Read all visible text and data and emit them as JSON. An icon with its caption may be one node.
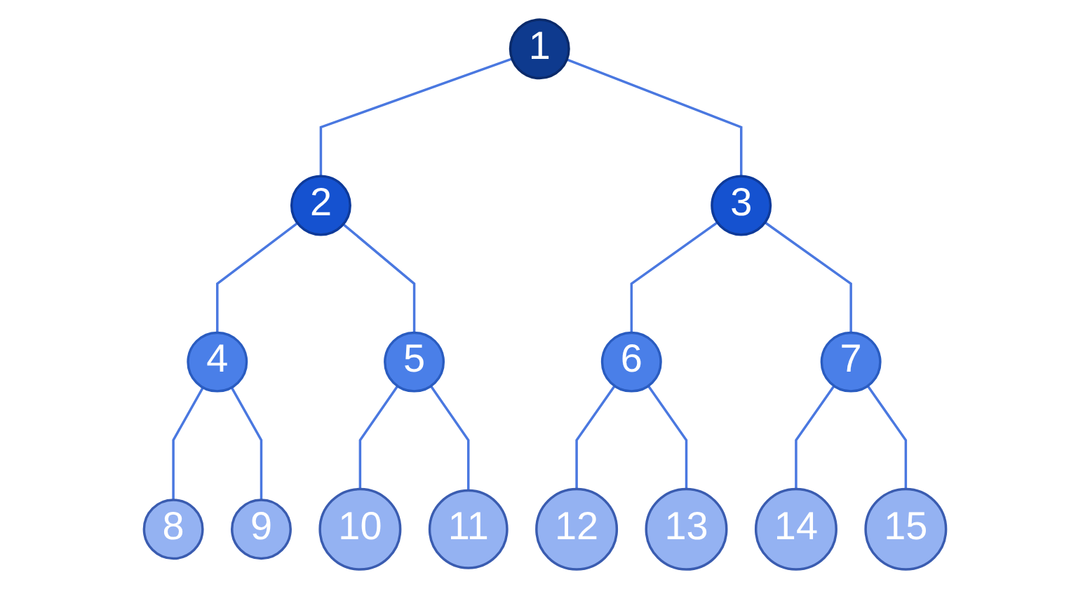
{
  "diagram": {
    "nodes": [
      {
        "text": [
          "1"
        ]
      },
      {
        "text": [
          "2"
        ]
      },
      {
        "text": [
          "3"
        ]
      },
      {
        "text": [
          "4"
        ]
      },
      {
        "text": [
          "5"
        ]
      },
      {
        "text": [
          "6"
        ]
      },
      {
        "text": [
          "7"
        ]
      },
      {
        "text": [
          "8"
        ]
      },
      {
        "text": [
          "9"
        ]
      },
      {
        "text": [
          "10"
        ]
      },
      {
        "text": [
          "11"
        ]
      },
      {
        "text": [
          "12"
        ]
      },
      {
        "text": [
          "13"
        ]
      },
      {
        "text": [
          "14"
        ]
      },
      {
        "text": [
          "15"
        ]
      }
    ],
    "edges": [
      {
        "from": 0,
        "to": 1,
        "arrow": "none"
      },
      {
        "from": 0,
        "to": 2,
        "arrow": "none"
      },
      {
        "from": 1,
        "to": 3,
        "arrow": "none"
      },
      {
        "from": 1,
        "to": 4,
        "arrow": "none"
      },
      {
        "from": 2,
        "to": 5,
        "arrow": "none"
      },
      {
        "from": 2,
        "to": 6,
        "arrow": "none"
      },
      {
        "from": 3,
        "to": 7,
        "arrow": "none"
      },
      {
        "from": 3,
        "to": 8,
        "arrow": "none"
      },
      {
        "from": 4,
        "to": 9,
        "arrow": "none"
      },
      {
        "from": 4,
        "to": 10,
        "arrow": "none"
      },
      {
        "from": 5,
        "to": 11,
        "arrow": "none"
      },
      {
        "from": 5,
        "to": 12,
        "arrow": "none"
      },
      {
        "from": 6,
        "to": 13,
        "arrow": "none"
      },
      {
        "from": 6,
        "to": 14,
        "arrow": "none"
      }
    ]
  }
}
